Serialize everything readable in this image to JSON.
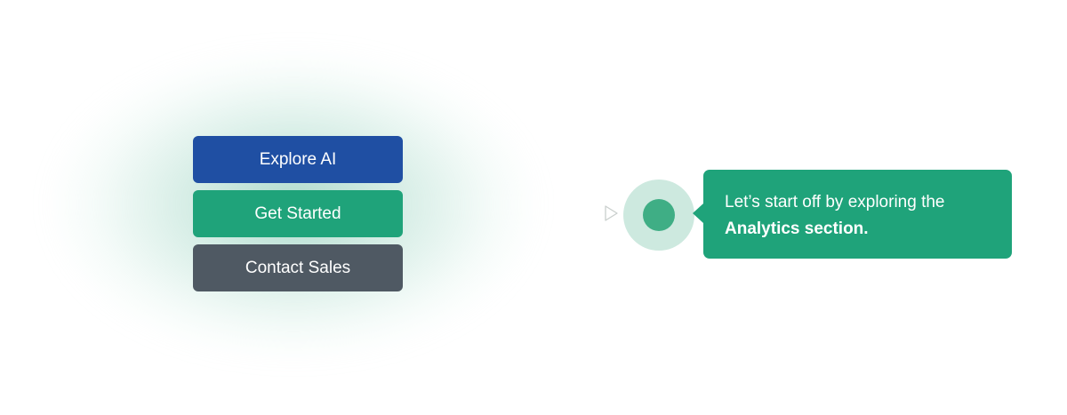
{
  "buttons": {
    "explore_ai": "Explore AI",
    "get_started": "Get Started",
    "contact_sales": "Contact Sales"
  },
  "tooltip": {
    "line1": "Let’s start off by exploring the",
    "line2": "Analytics section."
  },
  "colors": {
    "blue": "#1f4fa3",
    "green": "#1fa37a",
    "gray": "#4f5963",
    "hotspot_ring": "#cde9df",
    "hotspot_dot": "#3fae85"
  }
}
